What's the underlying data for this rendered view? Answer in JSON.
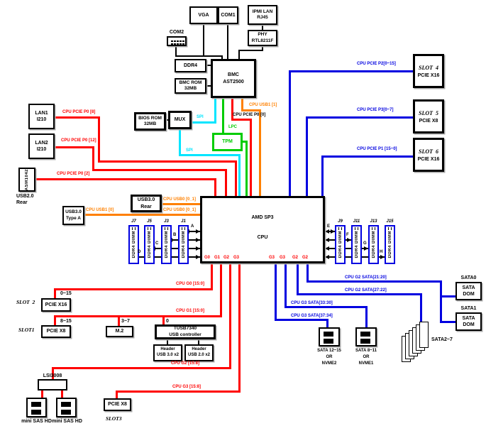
{
  "colors": {
    "red": "#ff0000",
    "blue": "#0000e0",
    "orange": "#ff8000",
    "cyan": "#00e5ff",
    "green": "#00cc00",
    "black": "#000000"
  },
  "boxes": {
    "vga": "VGA",
    "com1": "COM1",
    "ipmi": "IPMI LAN\nRJ45",
    "phy": "PHY\nRTL8211F",
    "com2": "COM2",
    "ddr4": "DDR4",
    "bmc_rom": "BMC ROM\n32MB",
    "bmc": "BMC\nAST2500",
    "bios_rom": "BIOS ROM\n32MB",
    "mux": "MUX",
    "tpm": "TPM",
    "lan1": "LAN1\nI210",
    "lan2": "LAN2\nI210",
    "asm1042": "ASM1042",
    "usb20_rear": "USB2.0\nRear",
    "usb30_rear": "USB3.0\nRear",
    "usb30_typea": "USB3.0\nType A",
    "cpu_line1": "AMD SP3",
    "cpu_line2": "CPU",
    "slot4_name": "SLOT  4",
    "slot4_type": "PCIE X16",
    "slot5_name": "SLOT  5",
    "slot5_type": "PCIE X8",
    "slot6_name": "SLOT  6",
    "slot6_type": "PCIE X16",
    "slot2_label": "SLOT  2",
    "slot1_label": "SLOT1",
    "slot3_label": "SLOT3",
    "pcie_x16": "PCIE X16",
    "pcie_x8_a": "PCIE X8",
    "m2": "M.2",
    "tusb": "TUSB7340\nUSB controller",
    "header_usb3": "Header\nUSB 3.0 x2",
    "header_usb2": "Header\nUSB 2.0 x2",
    "lsi": "LSI3008",
    "mini_sas_1": "mini SAS HD",
    "mini_sas_2": "mini SAS HD",
    "pcie_x8_b": "PCIE X8",
    "sata0": "SATA0",
    "sata1": "SATA1",
    "sata_dom_0": "SATA\nDOM",
    "sata_dom_1": "SATA\nDOM",
    "sata27": "SATA2~7",
    "sata_nvme2": "SATA 12~15\nOR\nNVME2",
    "sata_nvme1": "SATA 8~11\nOR\nNVME1"
  },
  "wires": {
    "pcie_p2": "CPU PCIE P2[0~15]",
    "pcie_p3": "CPU PCIE P3[0~7]",
    "pcie_p1": "CPU PCIE P1 [15~0]",
    "pcie_p0_8": "CPU PCIE P0 [8]",
    "pcie_p0_12": "CPU PCIE P0 [12]",
    "pcie_p0_2": "CPU PCIE P0 [2]",
    "pcie_p0_0": "CPU PCIE P0 [0]",
    "usb1_1": "CPU USB1 [1]",
    "usb1_0": "CPU USB1 [0]",
    "usb0_01_a": "CPU USB0 [0_1]",
    "usb0_01_b": "CPU USB0 [0_1]",
    "spi_1": "SPI",
    "spi_2": "SPI",
    "lpc": "LPC",
    "g0": "CPU G0 [15:0]",
    "g1": "CPU G1 [15:0]",
    "g2": "CPU G2 [15:8]",
    "g3": "CPU G3 [15:8]",
    "g2_sata_2120": "CPU G2 SATA[21:20]",
    "g2_sata_2722": "CPU G2 SATA[27:22]",
    "g3_sata_3330": "CPU G3 SATA[33:30]",
    "g3_sata_3734": "CPU G3 SATA[37:34]",
    "lanes_0_15": "0~15",
    "lanes_8_15": "8~15",
    "lanes_3_7": "3~7",
    "lane_0": "0"
  },
  "dimms": {
    "label": "DDR4 DIMM",
    "left_names": [
      "J7",
      "J5",
      "J3",
      "J1"
    ],
    "right_names": [
      "J9",
      "J11",
      "J13",
      "J15"
    ],
    "channels_left": [
      "A",
      "B",
      "C",
      "D"
    ],
    "channels_right": [
      "E",
      "F",
      "G",
      "H"
    ]
  },
  "cpu_groups": {
    "left": [
      "G0",
      "G1",
      "G2",
      "G3"
    ],
    "right": [
      "G3",
      "G3",
      "G2",
      "G2"
    ]
  }
}
